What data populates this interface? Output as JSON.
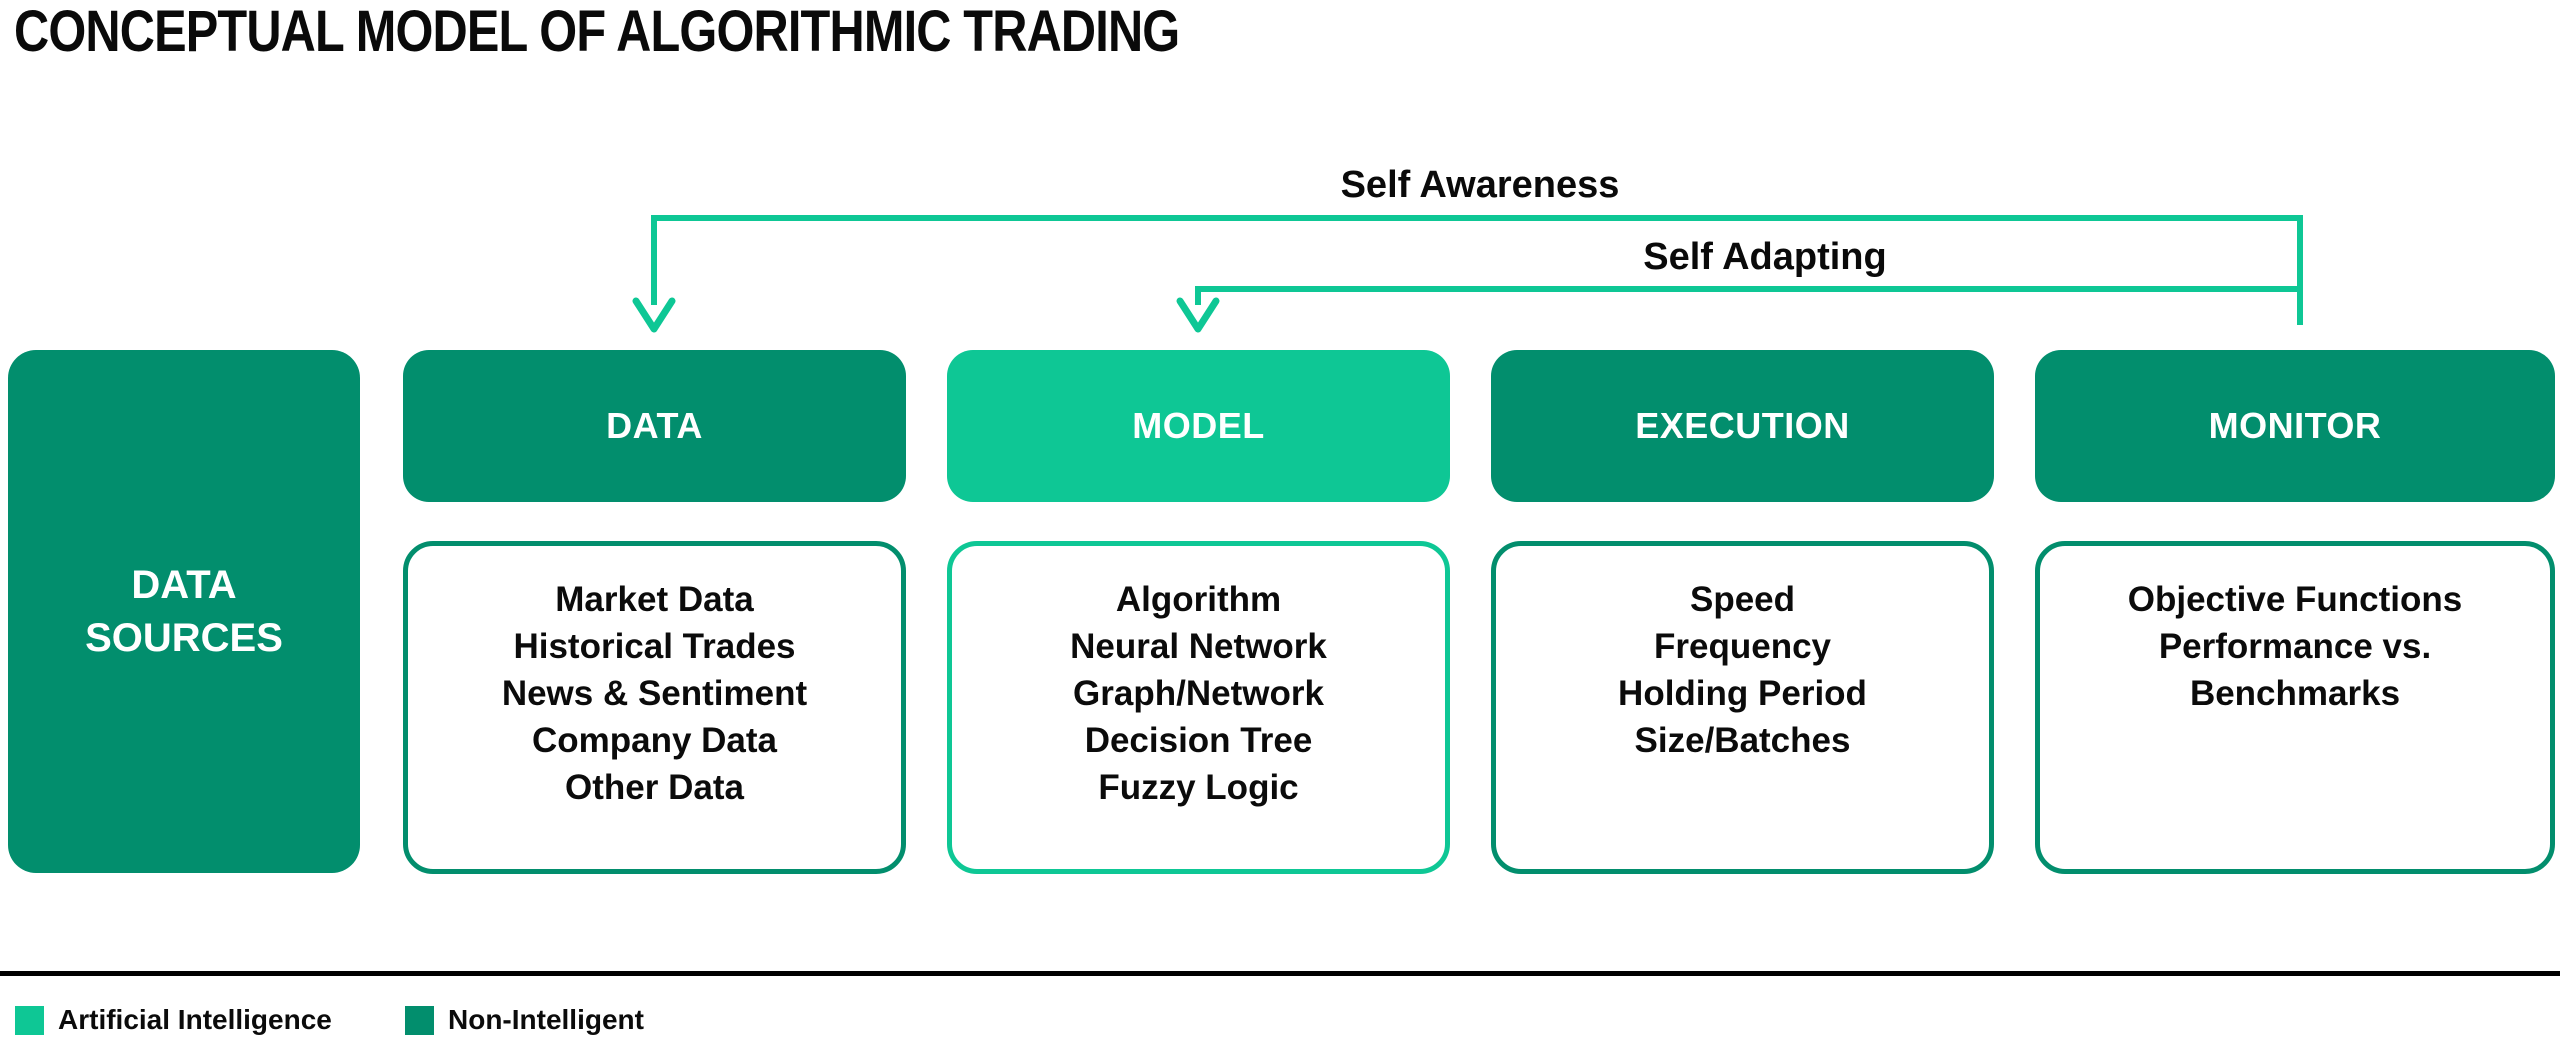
{
  "title": "CONCEPTUAL MODEL OF ALGORITHMIC TRADING",
  "colors": {
    "ai": "#0ec795",
    "non": "#028e6d",
    "ink": "#0a0a0a",
    "background": "#ffffff",
    "divider": "#000000"
  },
  "feedback_loops": {
    "self_awareness_label": "Self Awareness",
    "self_adapting_label": "Self Adapting"
  },
  "data_sources_box": {
    "label": "DATA SOURCES"
  },
  "columns": [
    {
      "header": "DATA",
      "intelligence": "non_intelligent",
      "items": [
        "Market Data",
        "Historical Trades",
        "News & Sentiment",
        "Company Data",
        "Other Data"
      ]
    },
    {
      "header": "MODEL",
      "intelligence": "artificial_intelligence",
      "items": [
        "Algorithm",
        "Neural Network",
        "Graph/Network",
        "Decision Tree",
        "Fuzzy Logic"
      ]
    },
    {
      "header": "EXECUTION",
      "intelligence": "non_intelligent",
      "items": [
        "Speed",
        "Frequency",
        "Holding Period",
        "Size/Batches"
      ]
    },
    {
      "header": "MONITOR",
      "intelligence": "non_intelligent",
      "items": [
        "Objective Functions",
        "Performance vs.",
        "Benchmarks"
      ]
    }
  ],
  "legend": {
    "items": [
      {
        "label": "Artificial Intelligence",
        "type": "ai"
      },
      {
        "label": "Non-Intelligent",
        "type": "non"
      }
    ]
  }
}
